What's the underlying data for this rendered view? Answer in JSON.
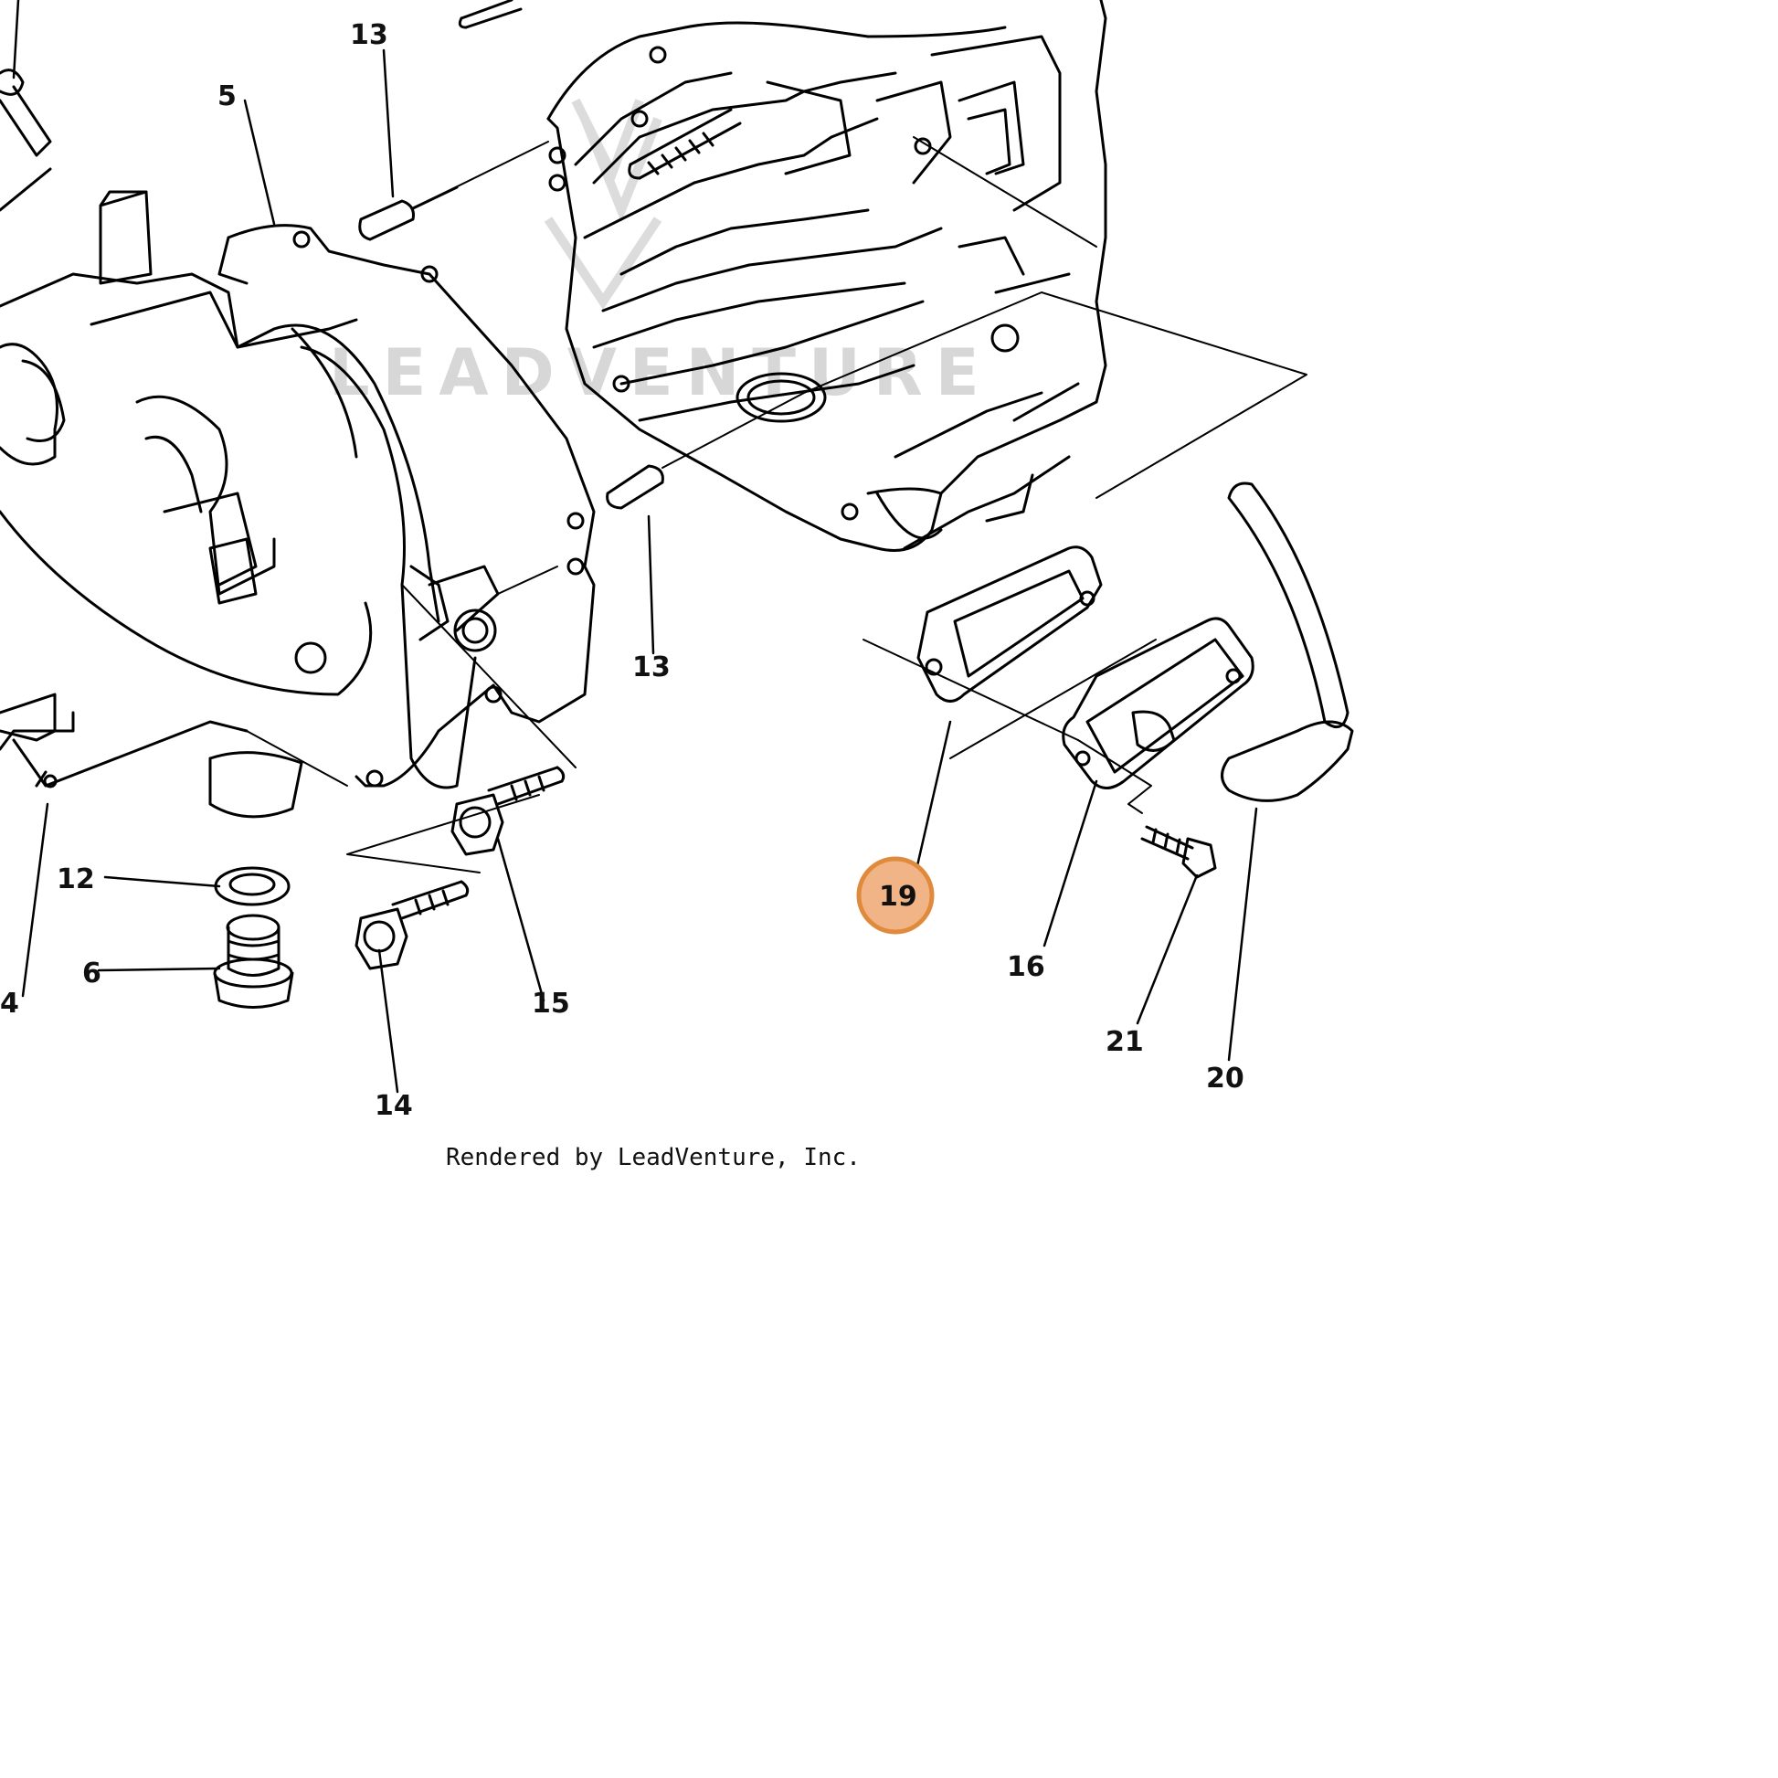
{
  "watermark": {
    "brand_text": "LEADVENTURE",
    "logo": "leadventure-logo-watermark"
  },
  "diagram": {
    "callouts": {
      "p13_top": "13",
      "p5": "5",
      "p13_mid": "13",
      "p12": "12",
      "p6": "6",
      "p4": "4",
      "p15": "15",
      "p14": "14",
      "p19": "19",
      "p16": "16",
      "p21": "21",
      "p20": "20"
    },
    "highlight": {
      "part": "19",
      "color": "#f0b486",
      "border_color": "#e08a3c"
    }
  },
  "footer": {
    "credit": "Rendered by LeadVenture, Inc."
  }
}
